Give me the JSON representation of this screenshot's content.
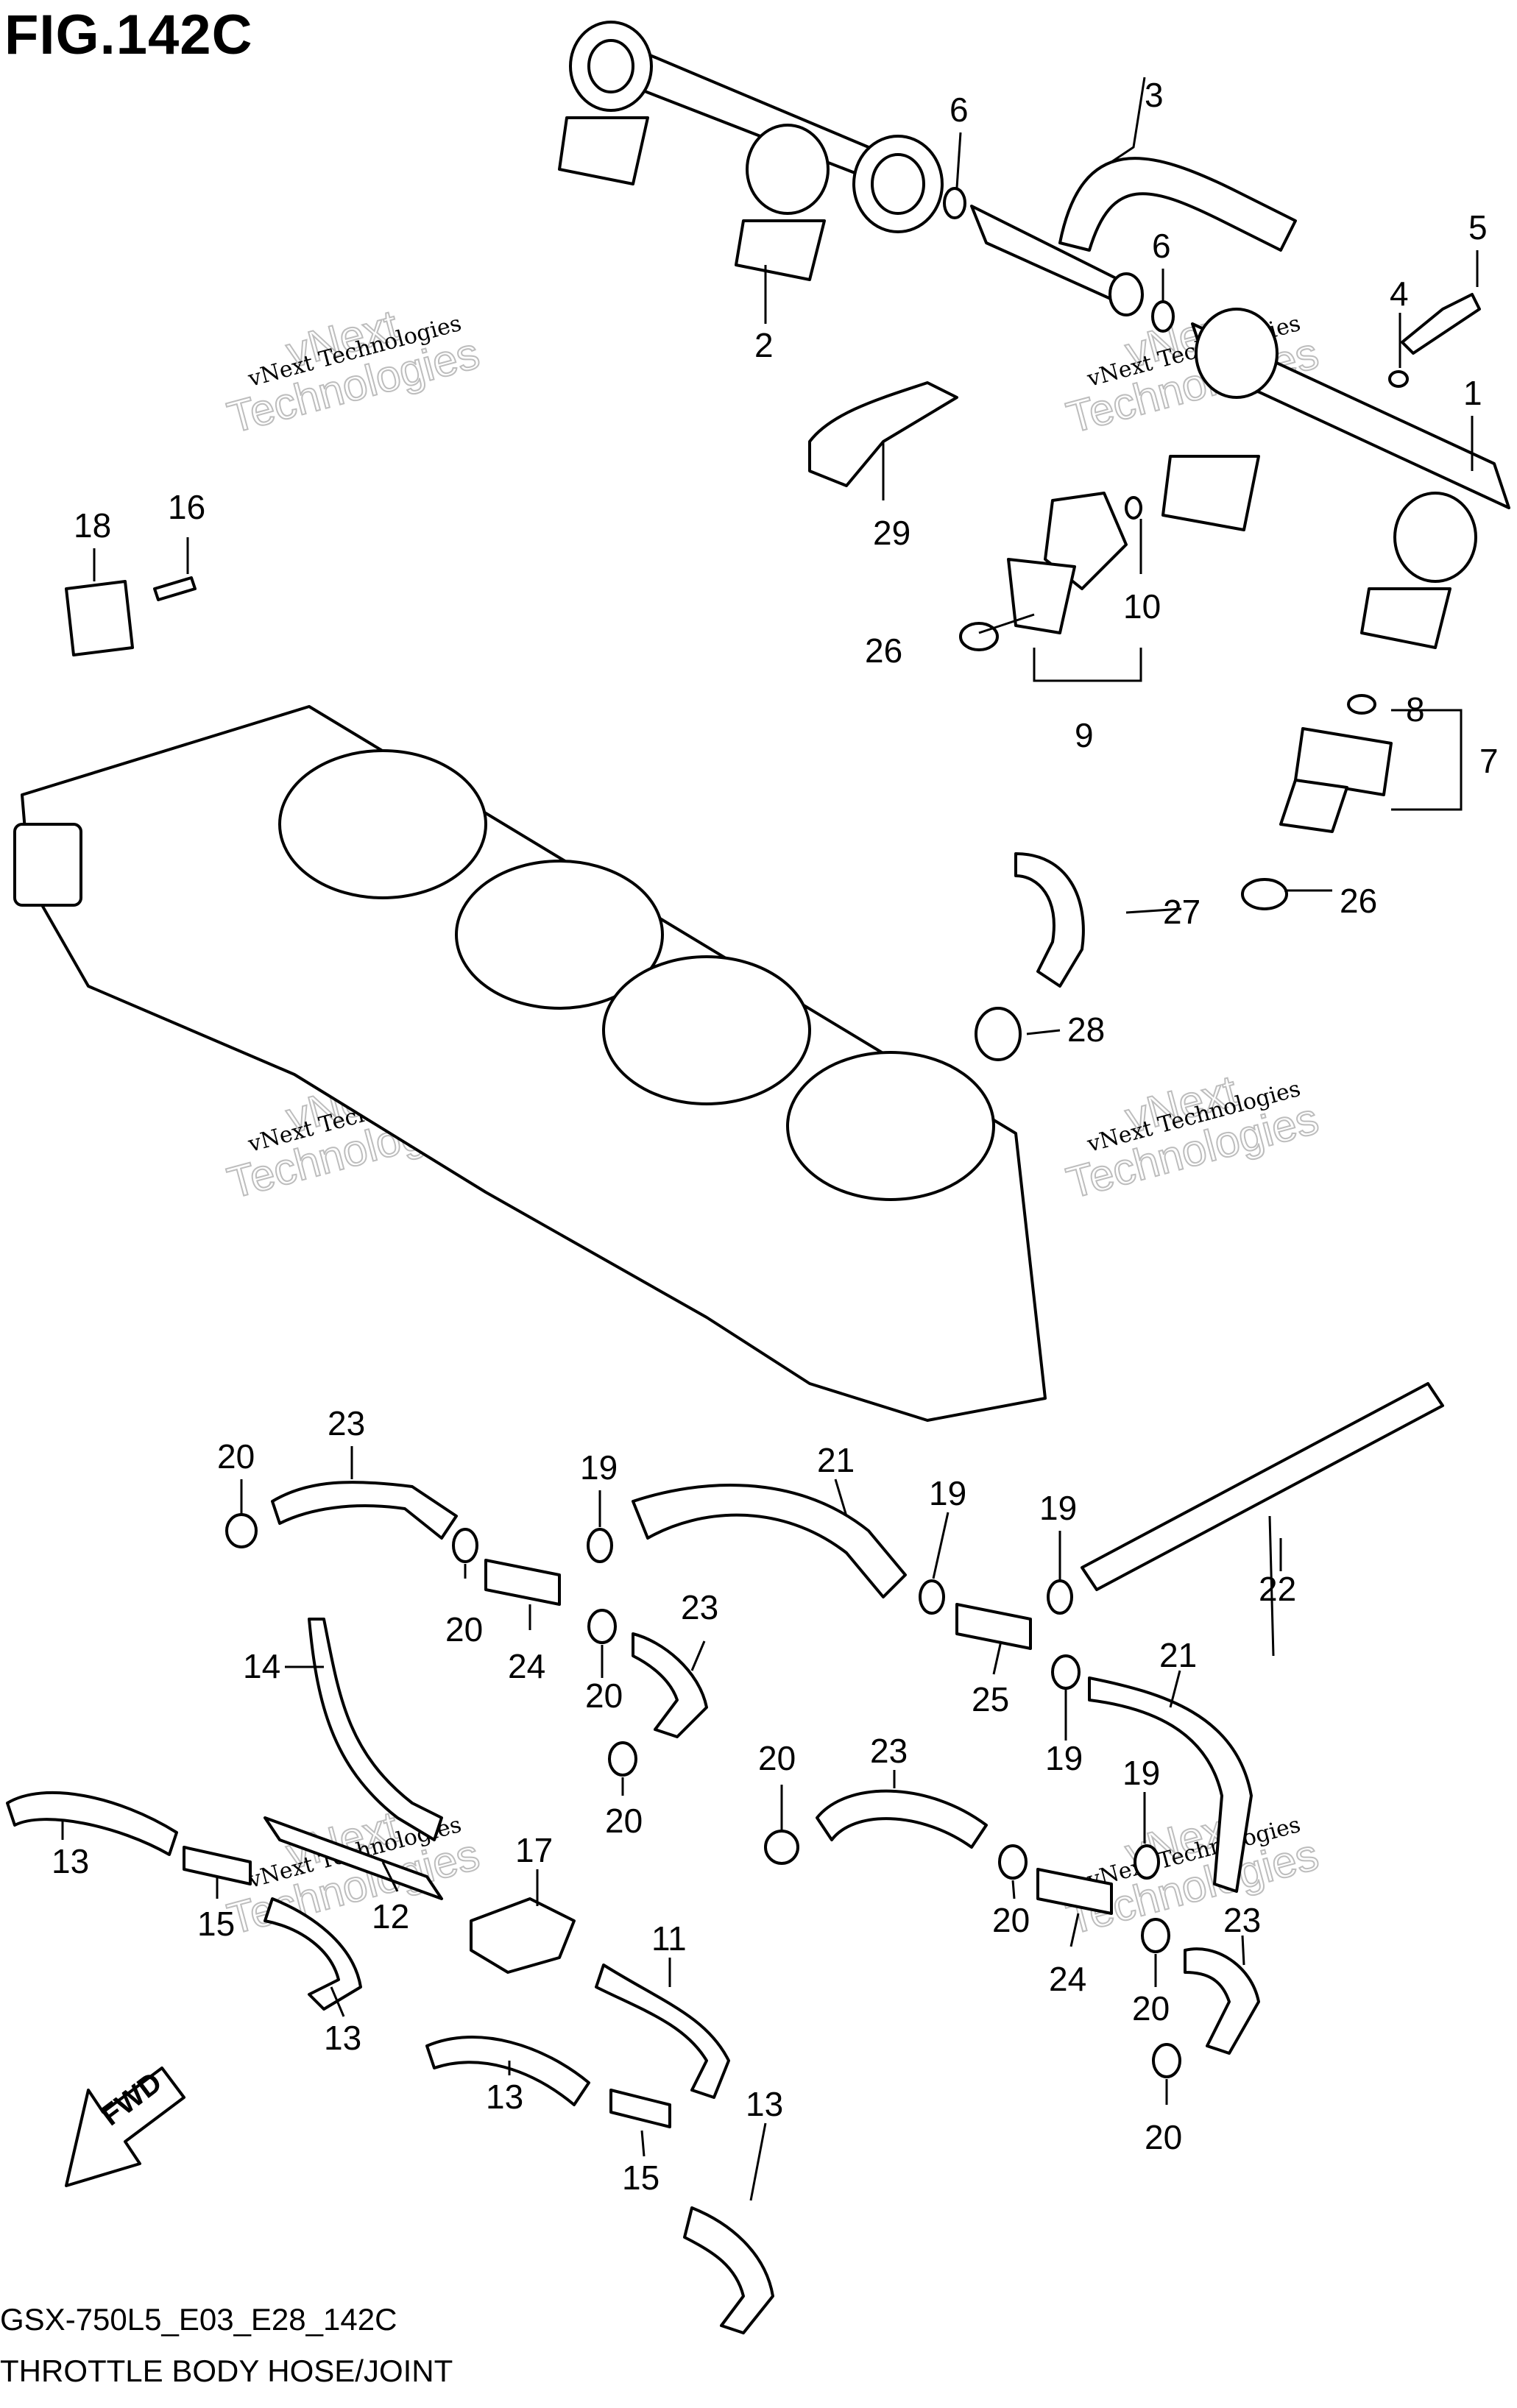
{
  "figure": {
    "title": "FIG.142C",
    "code": "GSX-750L5_E03_E28_142C",
    "name": "THROTTLE BODY HOSE/JOINT"
  },
  "watermark": {
    "company": "vNext Technologies",
    "big_line1": "vNext",
    "big_line2": "Technologies"
  },
  "fwd_label": "FWD",
  "callouts": {
    "p1": "1",
    "p2": "2",
    "p3": "3",
    "p4": "4",
    "p5": "5",
    "p6a": "6",
    "p6b": "6",
    "p7": "7",
    "p8": "8",
    "p9": "9",
    "p10": "10",
    "p11": "11",
    "p12": "12",
    "p13a": "13",
    "p13b": "13",
    "p13c": "13",
    "p13d": "13",
    "p14": "14",
    "p15a": "15",
    "p15b": "15",
    "p16": "16",
    "p17": "17",
    "p18": "18",
    "p19a": "19",
    "p19b": "19",
    "p19c": "19",
    "p19d": "19",
    "p19e": "19",
    "p20a": "20",
    "p20b": "20",
    "p20c": "20",
    "p20d": "20",
    "p20e": "20",
    "p20f": "20",
    "p20g": "20",
    "p20h": "20",
    "p21a": "21",
    "p21b": "21",
    "p22": "22",
    "p23a": "23",
    "p23b": "23",
    "p23c": "23",
    "p23d": "23",
    "p24a": "24",
    "p24b": "24",
    "p25": "25",
    "p26a": "26",
    "p26b": "26",
    "p27": "27",
    "p28": "28",
    "p29": "29"
  }
}
